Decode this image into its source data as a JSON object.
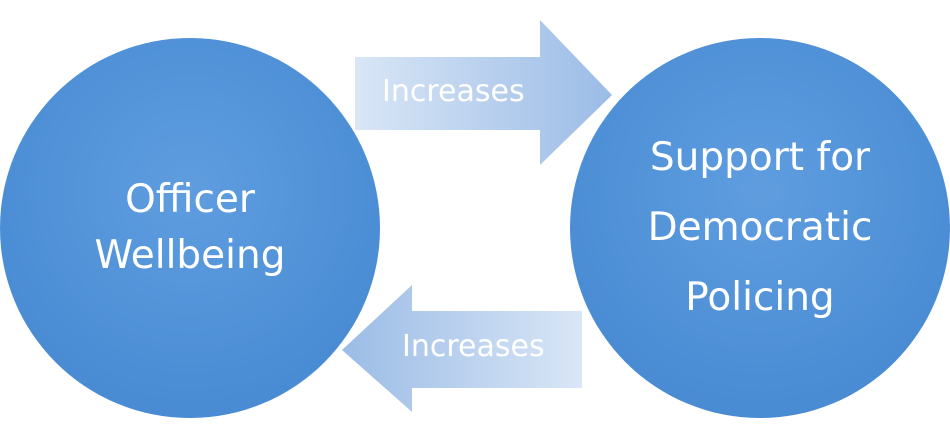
{
  "diagram": {
    "left_node": {
      "lines": [
        "Officer",
        "Wellbeing"
      ]
    },
    "right_node": {
      "lines": [
        "Support for",
        "Democratic",
        "Policing"
      ]
    },
    "arrows": [
      {
        "label": "Increases",
        "direction": "right"
      },
      {
        "label": "Increases",
        "direction": "left"
      }
    ],
    "colors": {
      "node_fill": "#4d8fd6",
      "arrow_fill_light": "#dbe7f6",
      "arrow_fill_dark": "#9dbde6",
      "text": "#ffffff"
    }
  }
}
